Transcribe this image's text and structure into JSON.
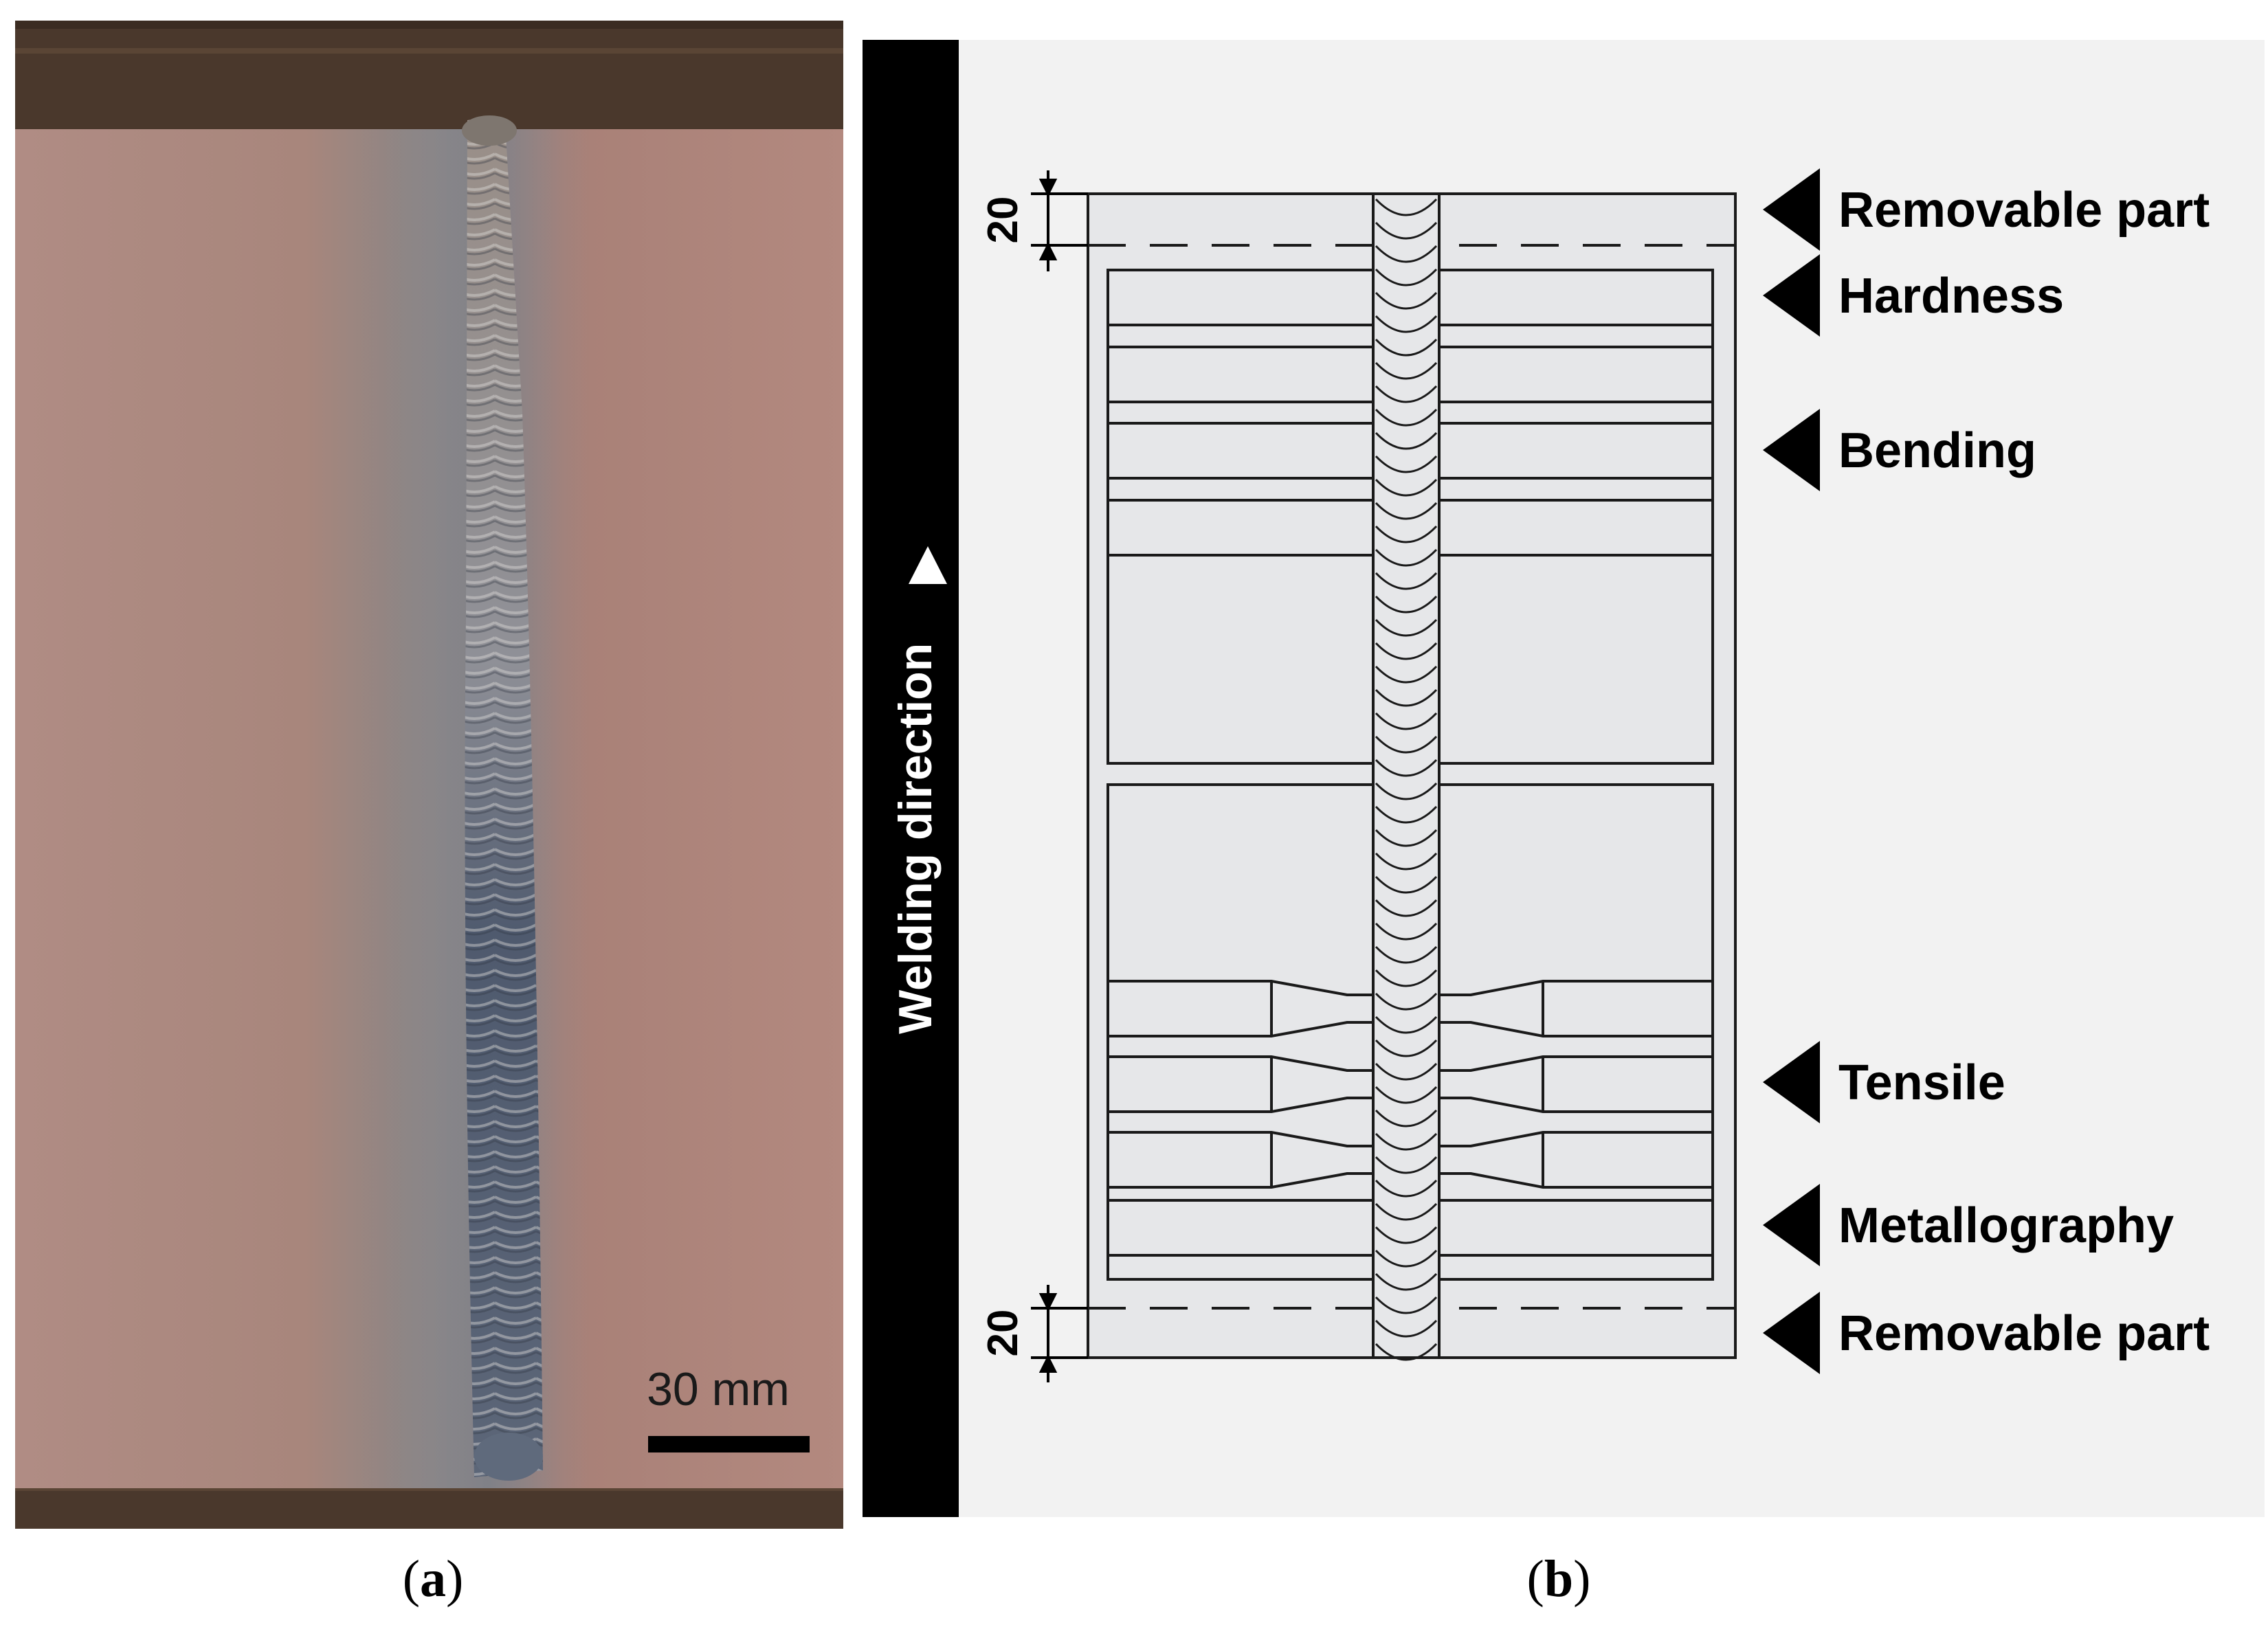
{
  "panel_a": {
    "scale_bar_label": "30 mm",
    "caption_letter": "a"
  },
  "panel_b": {
    "welding_direction_label": "Welding direction",
    "dimension_top": "20",
    "dimension_bottom": "20",
    "labels": {
      "removable_top": "Removable part",
      "hardness": "Hardness",
      "bending": "Bending",
      "tensile": "Tensile",
      "metallography": "Metallography",
      "removable_bottom": "Removable part"
    },
    "caption_letter": "b"
  },
  "colors": {
    "plate": "#b0877c",
    "weld": "#6b7685",
    "wood": "#4a382c",
    "diagram_bg": "#f2f2f2",
    "specimen_fill": "#e6e7e9"
  }
}
